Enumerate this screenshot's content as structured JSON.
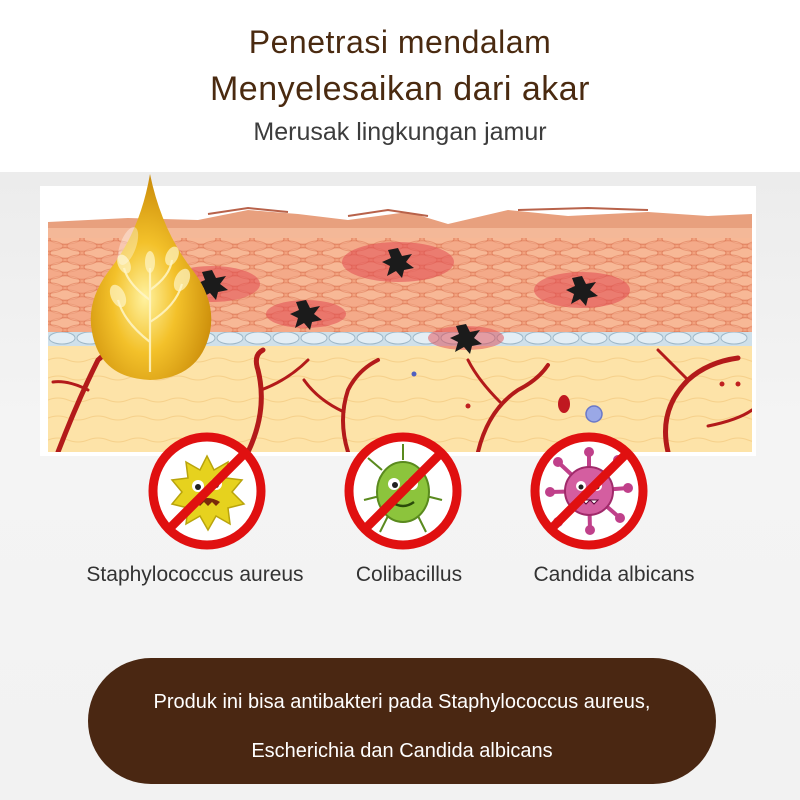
{
  "header": {
    "headline_1": "Penetrasi mendalam",
    "headline_2": "Menyelesaikan dari akar",
    "subheadline": "Merusak lingkungan jamur"
  },
  "illustration": {
    "icons": [
      "oil-drop-icon",
      "skin-layers-icon",
      "fungus-spot-icon",
      "blood-vessel-icon"
    ]
  },
  "bacteria": [
    {
      "label": "Staphylococcus aureus",
      "icon": "staphylococcus-icon",
      "color": "#e6d21e"
    },
    {
      "label": "Colibacillus",
      "icon": "colibacillus-icon",
      "color": "#8cc43c"
    },
    {
      "label": "Candida albicans",
      "icon": "candida-icon",
      "color": "#c0408a"
    }
  ],
  "prohibition_color": "#e01010",
  "footer": {
    "line_1": "Produk ini bisa antibakteri pada Staphylococcus aureus,",
    "line_2": "Escherichia dan Candida albicans",
    "background": "#4a2712"
  }
}
